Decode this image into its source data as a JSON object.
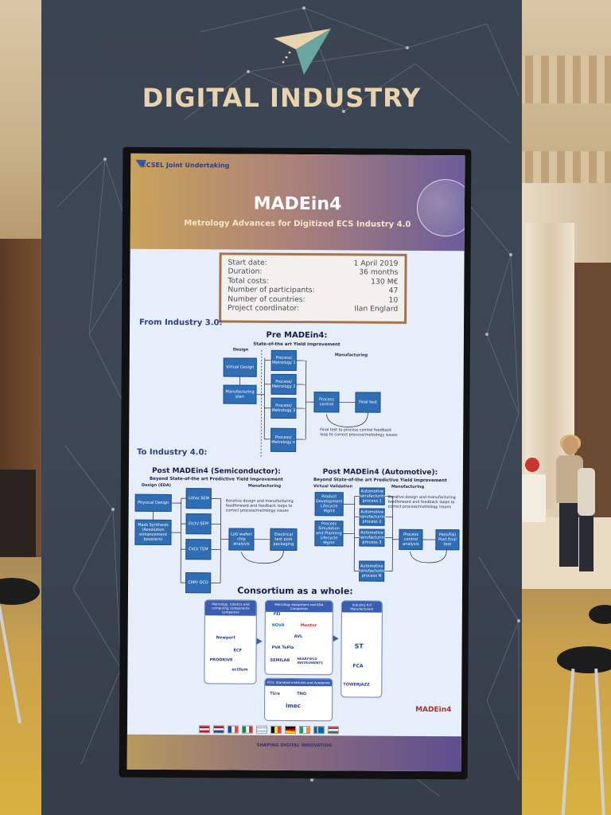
{
  "kiosk": {
    "title": "DIGITAL INDUSTRY"
  },
  "screen": {
    "ecsel": "ECSEL Joint Undertaking",
    "project_title": "MADEin4",
    "project_subtitle": "Metrology Advances for Digitized ECS Industry 4.0",
    "info": [
      {
        "label": "Start date:",
        "value": "1 April 2019"
      },
      {
        "label": "Duration:",
        "value": "36 months"
      },
      {
        "label": "Total costs:",
        "value": "130 M€"
      },
      {
        "label": "Number of participants:",
        "value": "47"
      },
      {
        "label": "Number of countries:",
        "value": "10"
      },
      {
        "label": "Project coordinator:",
        "value": "Ilan Englard"
      }
    ],
    "from_label": "From Industry 3.0:",
    "to_label": "To Industry 4.0:",
    "pre": {
      "title": "Pre MADEin4:",
      "subtitle": "State-of-the art Yield Improvement",
      "design_label": "Design",
      "manufacturing_label": "Manufacturing",
      "virtual_design": "Virtual Design",
      "manufacturing_plan": "Manufacturing plan",
      "pm1": "Process/ Metrology 1",
      "pm2": "Process/ Metrology 2",
      "pm3": "Process/ Metrology 3",
      "pmn": "Process/ Metrology n",
      "process_control": "Process control",
      "final_test": "Final test",
      "note": "Final test to process control feedback loop to correct process/metrology issues"
    },
    "post_semi": {
      "title": "Post MADEin4 (Semiconductor):",
      "subtitle": "Beyond State-of-the art Predictive Yield Improvement",
      "design_label": "Design (EDA)",
      "manufacturing_label": "Manufacturing",
      "physical_design": "Physical Design",
      "mask_synthesis": "Mask Synthesis (Resolution enhancement boosters)",
      "litho": "Litho/ SEM",
      "etch": "Etch/ SEM",
      "cvd": "CVD/ TEM",
      "cmp": "CMP/ OCD",
      "lot_analysis": "Lot/ wafer/ chip analysis",
      "electrical_test": "Electrical test post packaging",
      "note": "Iterative design and manufacturing feedforward and feedback loops to correct process/metrology issues"
    },
    "post_auto": {
      "title": "Post MADEin4 (Automotive):",
      "subtitle": "Beyond State-of-the art Predictive Yield Improvement",
      "virtual_label": "Virtual Validation",
      "manufacturing_label": "Manufacturing",
      "product_dev": "Product Development Lifecycle Mgmt",
      "process_sim": "Process Simulation and Planning Lifecycle Mgmt",
      "amp1": "Automotive manufacturing process 1",
      "amp2": "Automotive manufacturing process 2",
      "amp3": "Automotive manufacturing process 3",
      "ampn": "Automotive manufacturing process N",
      "process_control": "Process control analysis",
      "pass_fail": "Pass/Fail Post final test",
      "note": "Iterative design and manufacturing feedforward and feedback loops to correct process/metrology issues"
    },
    "consortium": {
      "title": "Consortium as a whole:",
      "box1_head": "Metrology, robotics and computing components companies",
      "box2_head": "Metrology equipment and EDA Companies",
      "box3_head": "Industry 4.0 Manufacturers",
      "box4_head": "RTO, Standard institutes and Academia",
      "logos1": [
        "Newport",
        "ECF",
        "PRODRIVE",
        "ecillum"
      ],
      "logos2": [
        "FEI",
        "NOVA",
        "Mentor",
        "AVL",
        "PVA TePla",
        "SEMILAB",
        "NEARFIELD INSTRUMENTS"
      ],
      "logos3": [
        "ST",
        "FCA",
        "TOWERJAZZ"
      ],
      "logos4": [
        "TU/e",
        "TNO",
        "imec"
      ]
    },
    "badge": "MADEin4",
    "footer": "SHAPING DIGITAL INNOVATION"
  }
}
